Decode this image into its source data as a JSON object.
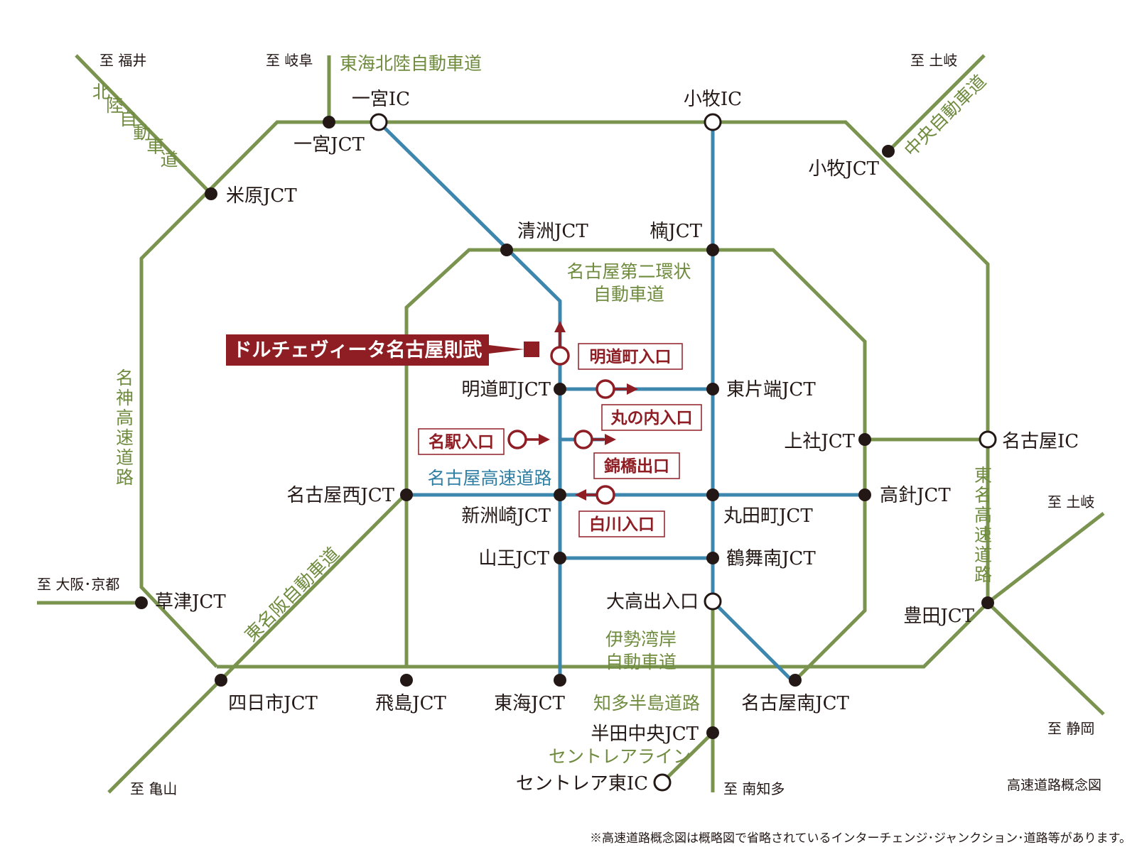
{
  "destinations": {
    "fukui": "至 福井",
    "gifu": "至 岐阜",
    "toki_top": "至 土岐",
    "osaka_kyoto": "至 大阪･京都",
    "toki_right": "至 土岐",
    "kameyama": "至 亀山",
    "minamichita": "至 南知多",
    "shizuoka": "至 静岡"
  },
  "roads": {
    "tokai_hokuriku": "東海北陸自動車道",
    "hokuriku": [
      "北",
      "陸",
      "自",
      "動",
      "車",
      "道"
    ],
    "chuo": "中央自動車道",
    "meishin": [
      "名",
      "神",
      "高",
      "速",
      "道",
      "路"
    ],
    "tomei": [
      "東",
      "名",
      "高",
      "速",
      "道",
      "路"
    ],
    "higashi_meihan": "東名阪自動車道",
    "daini_kanjo_line1": "名古屋第二環状",
    "daini_kanjo_line2": "自動車道",
    "nagoya_expressway": "名古屋高速道路",
    "isewangan_line1": "伊勢湾岸",
    "isewangan_line2": "自動車道",
    "chita_hanto": "知多半島道路",
    "centrair_line": "セントレアライン"
  },
  "nodes": {
    "ichinomiya_ic": "一宮IC",
    "ichinomiya_jct": "一宮JCT",
    "komaki_ic": "小牧IC",
    "komaki_jct": "小牧JCT",
    "maibara_jct": "米原JCT",
    "kiyosu_jct": "清洲JCT",
    "kusunoki_jct": "楠JCT",
    "myodocho_jct": "明道町JCT",
    "higashikataha_jct": "東片端JCT",
    "kamiyashiro_jct": "上社JCT",
    "nagoya_ic": "名古屋IC",
    "nagoya_nishi_jct": "名古屋西JCT",
    "shinsuzaki_jct": "新洲崎JCT",
    "marutamachi_jct": "丸田町JCT",
    "takabari_jct": "高針JCT",
    "sanno_jct": "山王JCT",
    "tsurumaiminami_jct": "鶴舞南JCT",
    "kusatsu_jct": "草津JCT",
    "odaka": "大高出入口",
    "toyota_jct": "豊田JCT",
    "yokkaichi_jct": "四日市JCT",
    "tobishima_jct": "飛島JCT",
    "tokai_jct": "東海JCT",
    "nagoya_minami_jct": "名古屋南JCT",
    "handa_chuo_jct": "半田中央JCT",
    "centrair_higashi_ic": "セントレア東IC"
  },
  "entrances": {
    "myodocho": "明道町入口",
    "marunouchi": "丸の内入口",
    "meieki": "名駅入口",
    "nishikibashi": "錦橋出口",
    "shirakawa": "白川入口"
  },
  "property": "ドルチェヴィータ名古屋則武",
  "map_caption": "高速道路概念図",
  "footnote": "※高速道路概念図は概略図で省略されているインターチェンジ･ジャンクション･道路等があります。",
  "colors": {
    "green_road": "#7a9450",
    "blue_road": "#3d86ad",
    "accent_red": "#8e1e24",
    "node": "#231815"
  }
}
